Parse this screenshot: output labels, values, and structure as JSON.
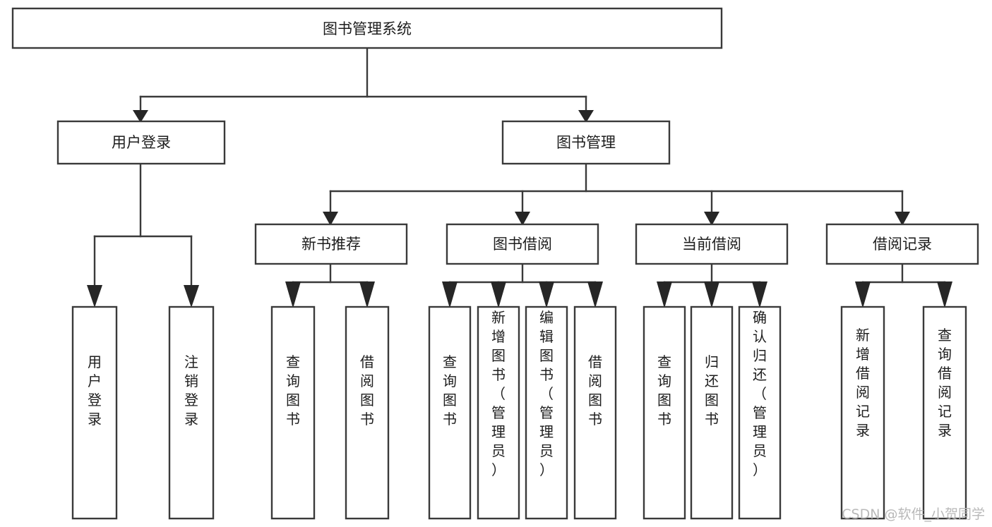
{
  "diagram": {
    "type": "tree-hierarchy",
    "title": "图书管理系统",
    "orientation": "top-down",
    "root": {
      "id": "root",
      "label": "图书管理系统",
      "text_orientation": "horizontal"
    },
    "level2": [
      {
        "id": "user-login",
        "label": "用户登录",
        "text_orientation": "horizontal"
      },
      {
        "id": "book-manage",
        "label": "图书管理",
        "text_orientation": "horizontal"
      }
    ],
    "level3": [
      {
        "id": "new-book-rec",
        "label": "新书推荐",
        "parent": "book-manage",
        "text_orientation": "horizontal"
      },
      {
        "id": "book-borrow",
        "label": "图书借阅",
        "parent": "book-manage",
        "text_orientation": "horizontal"
      },
      {
        "id": "current-borrow",
        "label": "当前借阅",
        "parent": "book-manage",
        "text_orientation": "horizontal"
      },
      {
        "id": "borrow-record",
        "label": "借阅记录",
        "parent": "book-manage",
        "text_orientation": "horizontal"
      }
    ],
    "leaves": [
      {
        "id": "leaf-user-login",
        "label": "用户登录",
        "parent": "user-login",
        "text_orientation": "vertical"
      },
      {
        "id": "leaf-user-logout",
        "label": "注销登录",
        "parent": "user-login",
        "text_orientation": "vertical"
      },
      {
        "id": "leaf-rec-query",
        "label": "查询图书",
        "parent": "new-book-rec",
        "text_orientation": "vertical"
      },
      {
        "id": "leaf-rec-borrow",
        "label": "借阅图书",
        "parent": "new-book-rec",
        "text_orientation": "vertical"
      },
      {
        "id": "leaf-borrow-query",
        "label": "查询图书",
        "parent": "book-borrow",
        "text_orientation": "vertical"
      },
      {
        "id": "leaf-borrow-add",
        "label": "新增图书（管理员）",
        "parent": "book-borrow",
        "text_orientation": "vertical"
      },
      {
        "id": "leaf-borrow-edit",
        "label": "编辑图书（管理员）",
        "parent": "book-borrow",
        "text_orientation": "vertical"
      },
      {
        "id": "leaf-borrow-do",
        "label": "借阅图书",
        "parent": "book-borrow",
        "text_orientation": "vertical"
      },
      {
        "id": "leaf-cur-query",
        "label": "查询图书",
        "parent": "current-borrow",
        "text_orientation": "vertical"
      },
      {
        "id": "leaf-cur-return",
        "label": "归还图书",
        "parent": "current-borrow",
        "text_orientation": "vertical"
      },
      {
        "id": "leaf-cur-confirm",
        "label": "确认归还（管理员）",
        "parent": "current-borrow",
        "text_orientation": "vertical"
      },
      {
        "id": "leaf-rec-add",
        "label": "新增借阅记录",
        "parent": "borrow-record",
        "text_orientation": "vertical"
      },
      {
        "id": "leaf-rec-search",
        "label": "查询借阅记录",
        "parent": "borrow-record",
        "text_orientation": "vertical"
      }
    ]
  },
  "watermark": {
    "text": "CSDN @软件_小贺同学"
  },
  "colors": {
    "background": "#ffffff",
    "box_fill": "#ffffff",
    "box_stroke": "#3a3a3a",
    "connector": "#3a3a3a",
    "arrow": "#262626",
    "text": "#1d1d1d",
    "watermark": "#b9b9b9"
  }
}
